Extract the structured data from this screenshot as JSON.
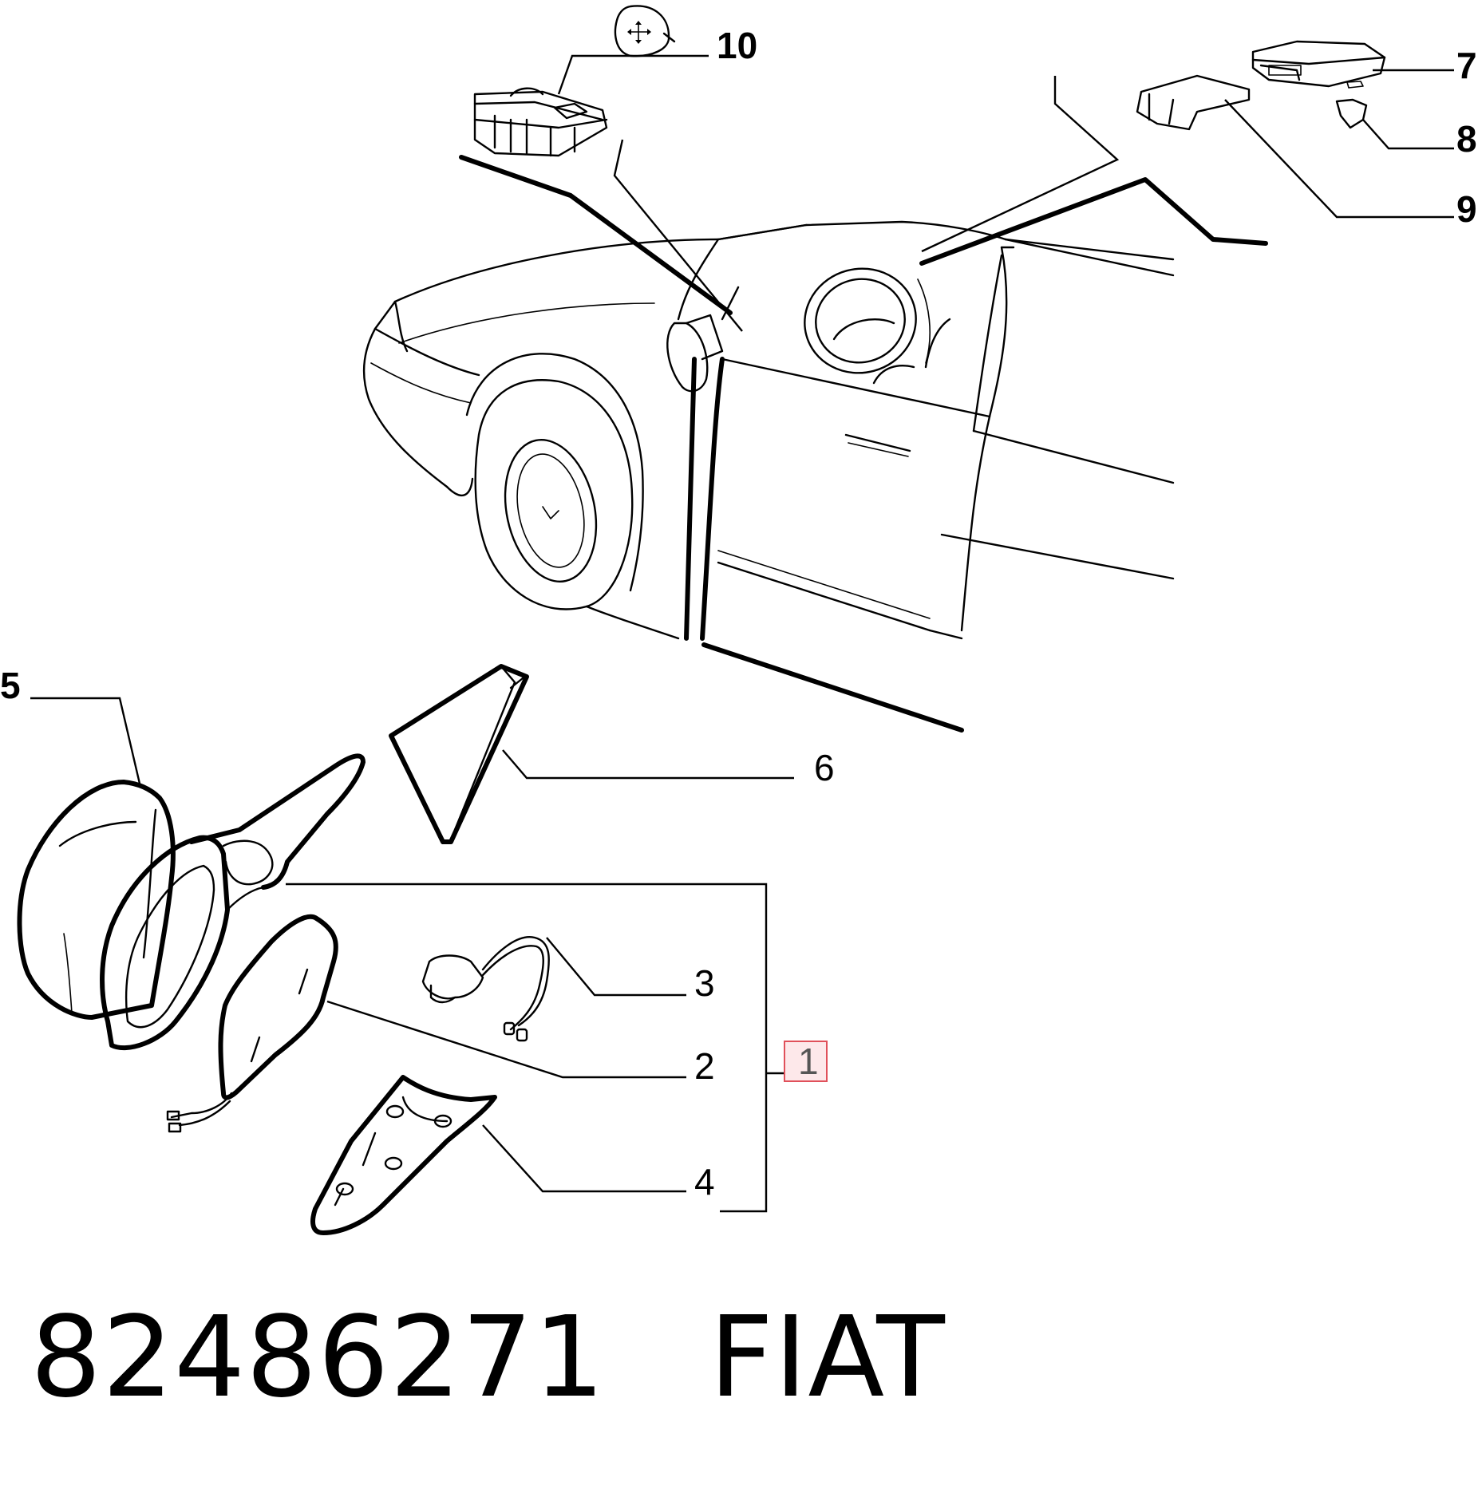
{
  "diagram": {
    "callouts": {
      "c1": "1",
      "c2": "2",
      "c3": "3",
      "c4": "4",
      "c5": "5",
      "c6": "6",
      "c7": "7",
      "c8": "8",
      "c9": "9",
      "c10": "10"
    },
    "highlighted_callout": "1",
    "highlight_color": "#e0505a",
    "icons": [
      "mirror-adjust-joystick-icon"
    ]
  },
  "footer": {
    "part_number": "82486271",
    "brand": "FIAT"
  }
}
